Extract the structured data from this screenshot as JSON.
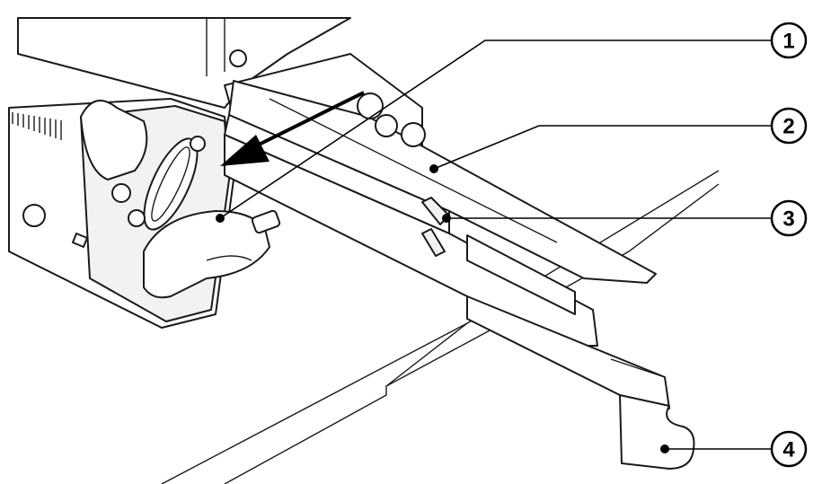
{
  "callouts": [
    {
      "number": "1"
    },
    {
      "number": "2"
    },
    {
      "number": "3"
    },
    {
      "number": "4"
    }
  ],
  "colors": {
    "line": "#1a1a1a",
    "fill": "#ffffff",
    "shade": "#f2f2f2",
    "arrow": "#000000"
  }
}
